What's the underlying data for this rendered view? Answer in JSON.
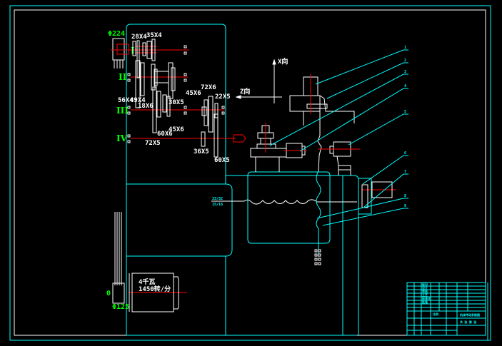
{
  "drawing": {
    "title": "Machine tool transmission system diagram",
    "colors": {
      "background": "#000000",
      "outline": "#00ffff",
      "parts": "#ffffff",
      "axis": "#ff0000",
      "labels_green": "#00ff00"
    },
    "pulley_top_diameter": "Φ224",
    "pulley_bottom_diameter": "Φ125",
    "shaft_labels": [
      "I",
      "II",
      "III",
      "IV"
    ],
    "motor_shaft_label": "0",
    "gear_labels": {
      "g1": "28X4",
      "g2": "35X4",
      "g3": "56X4",
      "g4": "49X4",
      "g5": "18X6",
      "g6": "30X5",
      "g7": "45X6",
      "g8": "72X6",
      "g9": "22X5",
      "g10": "45X6",
      "g11": "60X6",
      "g12": "72X5",
      "g13": "36X5",
      "g14": "60X5"
    },
    "motor": {
      "line1": "4千瓦",
      "line2": "1450转/分"
    },
    "direction_labels": {
      "y_axis": "X向",
      "z_axis": "Z向"
    },
    "callouts": [
      "1",
      "2",
      "3",
      "4",
      "5",
      "6",
      "7",
      "8",
      "9"
    ],
    "leadscrew_labels": [
      "33/32",
      "15/16"
    ],
    "title_block": {
      "rows": [
        "标记",
        "设计",
        "审核",
        "工艺",
        "标准化",
        "批准"
      ],
      "name": "机床传动系统图",
      "scale": "比例",
      "sheet": "共 张 第 张"
    }
  }
}
